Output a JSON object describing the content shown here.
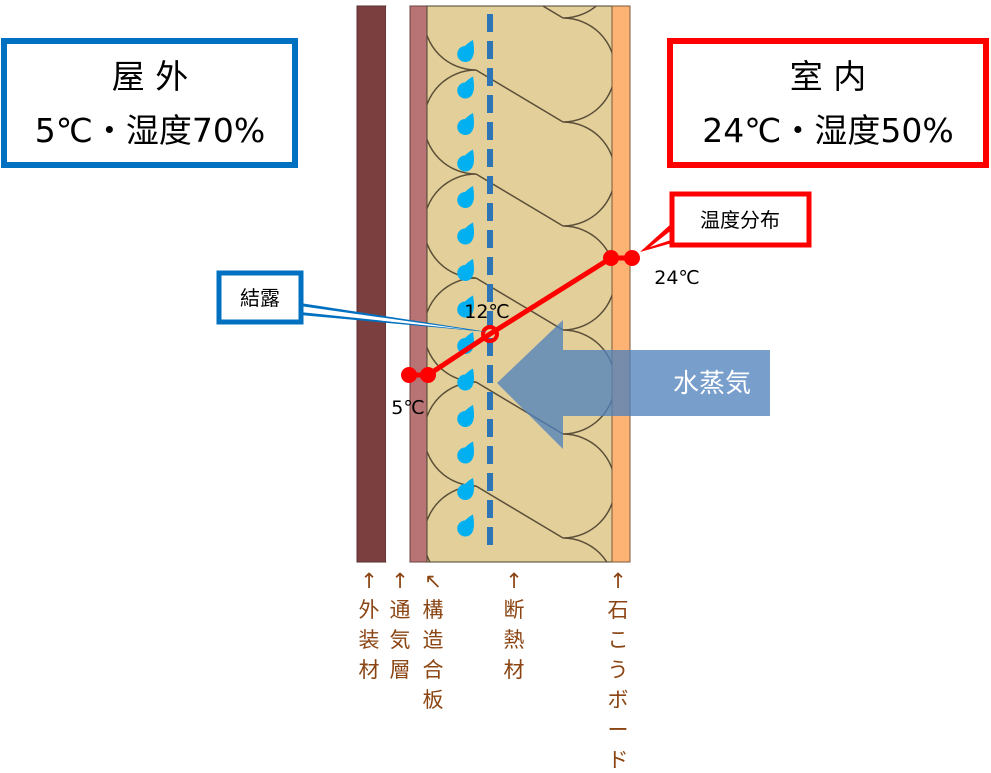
{
  "outdoor": {
    "title": "屋 外",
    "conditions": "5℃・湿度70%",
    "border_color": "#0070C0"
  },
  "indoor": {
    "title": "室 内",
    "conditions": "24℃・湿度50%",
    "border_color": "#FF0000"
  },
  "callouts": {
    "condensation": "結露",
    "temperature_distribution": "温度分布"
  },
  "temperatures": {
    "outside_surface": "5℃",
    "dew_point": "12℃",
    "inside_surface": "24℃"
  },
  "vapor_arrow": {
    "label": "水蒸気",
    "color": "#4F81BD"
  },
  "layers": [
    {
      "name": "外装材",
      "color": "#7B3F3F"
    },
    {
      "name": "通気層",
      "color": "#FFFFFF"
    },
    {
      "name": "構造合板",
      "color": "#B87474"
    },
    {
      "name": "断熱材",
      "color": "#E2CF9A"
    },
    {
      "name": "石こうボード",
      "color": "#FDB374"
    }
  ],
  "layer_labels": [
    {
      "arrow": "↑",
      "chars": [
        "外",
        "装",
        "材"
      ]
    },
    {
      "arrow": "↑",
      "chars": [
        "通",
        "気",
        "層"
      ]
    },
    {
      "arrow": "↖",
      "chars": [
        "構",
        "造",
        "合",
        "板"
      ]
    },
    {
      "arrow": "↑",
      "chars": [
        "断",
        "熱",
        "材"
      ]
    },
    {
      "arrow": "↑",
      "chars": [
        "石",
        "こ",
        "う",
        "ボ",
        "ー",
        "ド"
      ]
    }
  ],
  "colors": {
    "temperature_line": "#FF0000",
    "dew_line": "#2E75B6",
    "droplet": "#00B0F0",
    "label_text": "#8B4513"
  }
}
